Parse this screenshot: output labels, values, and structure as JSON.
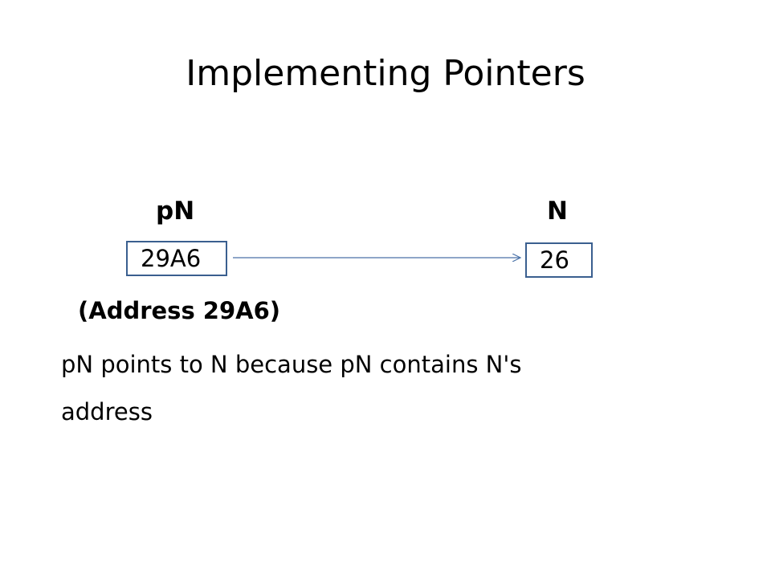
{
  "slide": {
    "title": "Implementing Pointers",
    "pointer_label": "pN",
    "target_label": "N",
    "pointer_value": "29A6",
    "target_value": "26",
    "address_note": "(Address 29A6)",
    "body_lines": [
      "pN points to N because pN contains N's",
      "address"
    ]
  },
  "colors": {
    "box_border": "#3a5f8f",
    "arrow": "#4a72a8"
  },
  "icons": {
    "arrow": "arrow-right-icon"
  }
}
